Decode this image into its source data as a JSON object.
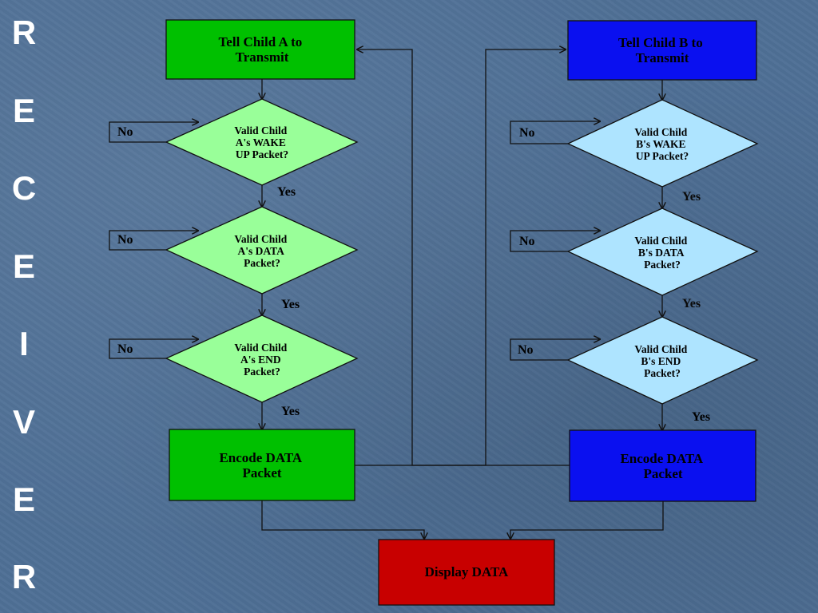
{
  "side_title_letters": [
    "R",
    "E",
    "C",
    "E",
    "I",
    "V",
    "E",
    "R"
  ],
  "colors": {
    "a_box": "#00c000",
    "a_diamond": "#99ff99",
    "b_box": "#0a10f0",
    "b_diamond": "#aee4ff",
    "display_box": "#c80000",
    "line": "#111111"
  },
  "branch_a": {
    "start": [
      "Tell Child A to",
      "Transmit"
    ],
    "check_wake": [
      "Valid Child",
      "A's WAKE",
      "UP Packet?"
    ],
    "check_data": [
      "Valid Child",
      "A's DATA",
      "Packet?"
    ],
    "check_end": [
      "Valid Child",
      "A's END",
      "Packet?"
    ],
    "encode": [
      "Encode DATA",
      "Packet"
    ]
  },
  "branch_b": {
    "start": [
      "Tell Child B to",
      "Transmit"
    ],
    "check_wake": [
      "Valid Child",
      "B's WAKE",
      "UP Packet?"
    ],
    "check_data": [
      "Valid Child",
      "B's DATA",
      "Packet?"
    ],
    "check_end": [
      "Valid Child",
      "B's END",
      "Packet?"
    ],
    "encode": [
      "Encode DATA",
      "Packet"
    ]
  },
  "display": "Display DATA",
  "yes_label": "Yes",
  "no_label": "No"
}
